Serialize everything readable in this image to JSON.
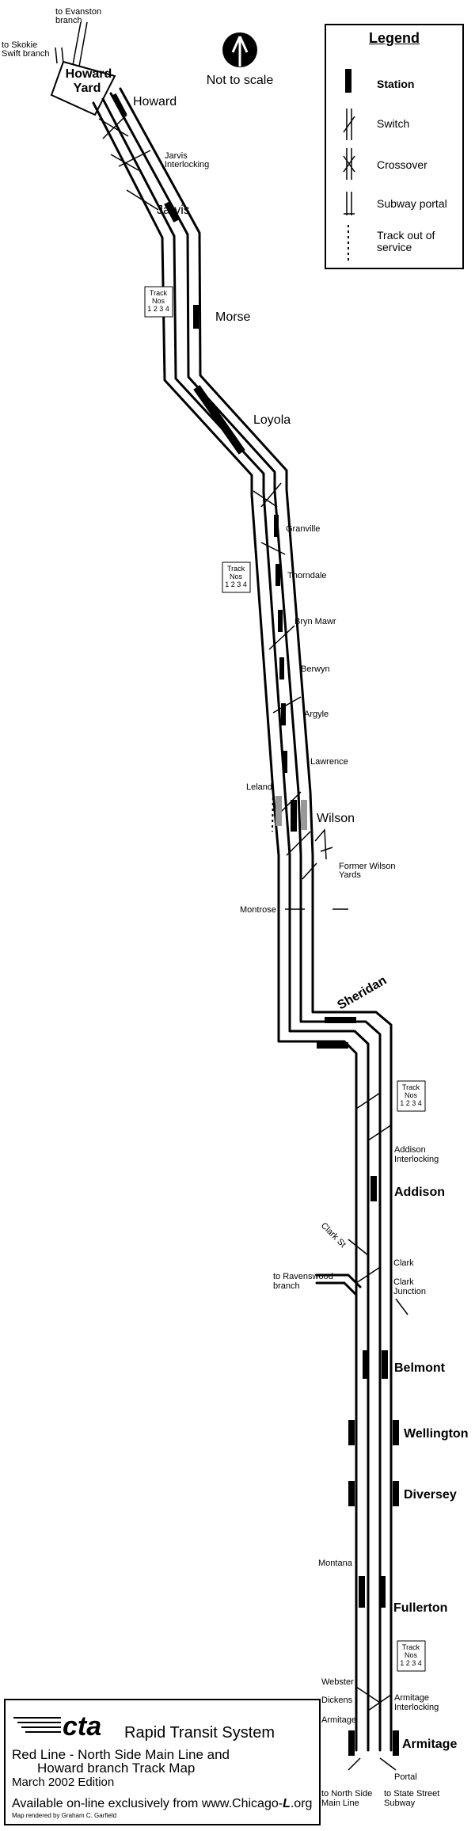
{
  "stations": [
    {
      "id": "howard",
      "label": "Howard"
    },
    {
      "id": "jarvis",
      "label": "Jarvis"
    },
    {
      "id": "morse",
      "label": "Morse"
    },
    {
      "id": "loyola",
      "label": "Loyola"
    },
    {
      "id": "granville",
      "label": "Granville"
    },
    {
      "id": "thorndale",
      "label": "Thorndale"
    },
    {
      "id": "bryn_mawr",
      "label": "Bryn Mawr"
    },
    {
      "id": "berwyn",
      "label": "Berwyn"
    },
    {
      "id": "argyle",
      "label": "Argyle"
    },
    {
      "id": "lawrence",
      "label": "Lawrence"
    },
    {
      "id": "wilson",
      "label": "Wilson"
    },
    {
      "id": "sheridan",
      "label": "Sheridan"
    },
    {
      "id": "addison",
      "label": "Addison"
    },
    {
      "id": "belmont",
      "label": "Belmont"
    },
    {
      "id": "wellington",
      "label": "Wellington"
    },
    {
      "id": "diversey",
      "label": "Diversey"
    },
    {
      "id": "fullerton",
      "label": "Fullerton"
    },
    {
      "id": "armitage",
      "label": "Armitage"
    }
  ],
  "labels": {
    "to_evanston": [
      "to Evanston",
      "branch"
    ],
    "to_skokie": [
      "to Skokie",
      "Swift branch"
    ],
    "howard_yard": [
      "Howard",
      "Yard"
    ],
    "not_to_scale": "Not to scale",
    "jarvis_interlocking": [
      "Jarvis",
      "Interlocking"
    ],
    "track_nos": [
      "Track",
      "Nos",
      "1 2 3 4"
    ],
    "leland": "Leland",
    "former_wilson_yards": [
      "Former Wilson",
      "Yards"
    ],
    "montrose": "Montrose",
    "addison_interlocking": [
      "Addison",
      "Interlocking"
    ],
    "clark_st": "Clark St",
    "clark": "Clark",
    "clark_junction": [
      "Clark",
      "Junction"
    ],
    "to_ravenswood": [
      "to Ravenswood",
      "branch"
    ],
    "montana": "Montana",
    "webster": "Webster",
    "dickens": "Dickens",
    "armitage_small": "Armitage",
    "armitage_interlocking": [
      "Armitage",
      "Interlocking"
    ],
    "portal": "Portal",
    "to_north_side": [
      "to North Side",
      "Main Line"
    ],
    "to_state_street": [
      "to State Street",
      "Subway"
    ]
  },
  "legend": {
    "title": "Legend",
    "items": [
      {
        "label": "Station",
        "icon": "station-icon"
      },
      {
        "label": "Switch",
        "icon": "switch-icon"
      },
      {
        "label": "Crossover",
        "icon": "crossover-icon"
      },
      {
        "label": "Subway portal",
        "icon": "subway-portal-icon"
      },
      {
        "label": "Track out of service",
        "lines": [
          "Track out of",
          "service"
        ],
        "icon": "out-of-service-icon"
      }
    ]
  },
  "title_block": {
    "brand": "Rapid Transit System",
    "logo": "cta",
    "line1": "Red Line - North Side Main Line and",
    "line2": "Howard branch Track Map",
    "edition": "March 2002 Edition",
    "available": "Available on-line exclusively from www.Chicago-",
    "available_l": "L",
    "available_end": ".org",
    "credit": "Map rendered by Graham C. Garfield"
  },
  "colors": {
    "track": "#000000",
    "out_of_service": "#999999",
    "background": "#ffffff"
  }
}
